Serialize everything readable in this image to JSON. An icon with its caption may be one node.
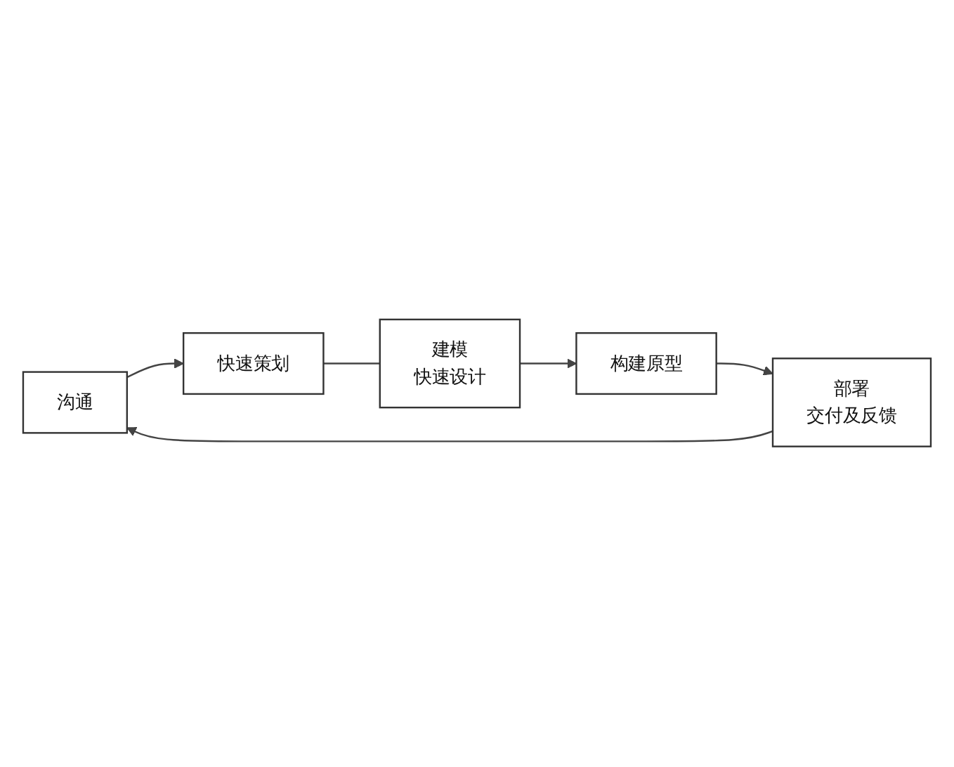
{
  "diagram": {
    "nodes": [
      {
        "text": [
          "沟通"
        ]
      },
      {
        "text": [
          "快速策划"
        ]
      },
      {
        "text": [
          "建模",
          "快速设计"
        ]
      },
      {
        "text": [
          "构建原型"
        ]
      },
      {
        "text": [
          "部署",
          "交付及反馈"
        ]
      }
    ],
    "edges": [
      {
        "from": 0,
        "to": 1,
        "arrow": "to"
      },
      {
        "from": 1,
        "to": 2,
        "arrow": "none"
      },
      {
        "from": 2,
        "to": 3,
        "arrow": "to"
      },
      {
        "from": 3,
        "to": 4,
        "arrow": "to"
      },
      {
        "from": 4,
        "to": 0,
        "arrow": "to"
      }
    ]
  }
}
